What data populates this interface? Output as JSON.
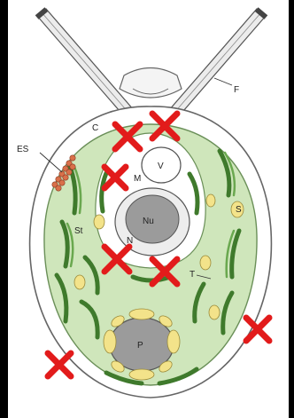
{
  "labels": {
    "F": "F",
    "C": "C",
    "ES": "ES",
    "V": "V",
    "M": "M",
    "Nu": "Nu",
    "S": "S",
    "St": "St",
    "N": "N",
    "T": "T",
    "P": "P"
  },
  "colors": {
    "background": "#000000",
    "panel": "#ffffff",
    "cytoplasm": "#cfe6bb",
    "thylakoid": "#4f8a3a",
    "starch": "#f3e38a",
    "nucleus": "#9b9b9b",
    "cross_mark": "#e21b1b"
  },
  "icons": [
    "cross-mark-icon"
  ]
}
